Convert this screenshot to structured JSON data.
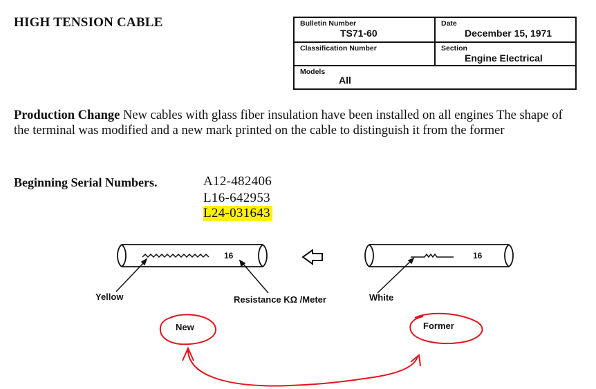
{
  "document": {
    "title": "HIGH TENSION CABLE"
  },
  "bulletin_table": {
    "bulletin_number_label": "Bulletin Number",
    "bulletin_number": "TS71-60",
    "date_label": "Date",
    "date": "December 15, 1971",
    "classification_label": "Classification Number",
    "classification": "",
    "section_label": "Section",
    "section": "Engine Electrical",
    "models_label": "Models",
    "models": "All"
  },
  "production_change": {
    "heading": "Production Change",
    "text": "New cables with glass fiber insulation have been installed on all engines The shape of the terminal was modified and a new mark printed on the cable to distinguish it from the former"
  },
  "serial_numbers": {
    "label": "Beginning Serial Numbers.",
    "values": [
      "A12-482406",
      "L16-642953",
      "L24-031643"
    ],
    "highlight_color": "#fff200"
  },
  "diagram": {
    "new_cable_mark": "16",
    "former_cable_mark": "16",
    "label_yellow": "Yellow",
    "label_resistance": "Resistance KΩ /Meter",
    "label_white": "White",
    "label_new": "New",
    "label_former": "Former",
    "annotation_color": "#e3141b"
  }
}
